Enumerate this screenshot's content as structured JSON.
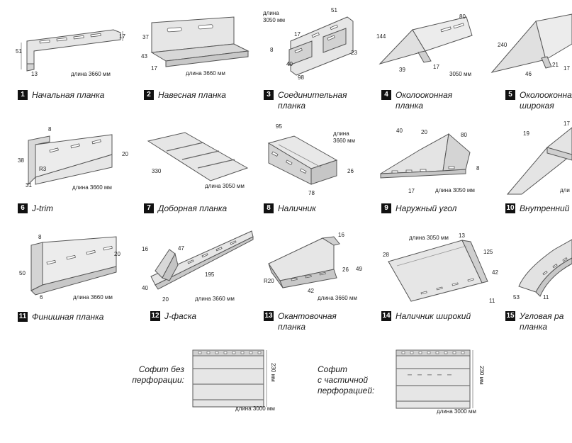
{
  "profiles": [
    {
      "num": "1",
      "name": "Начальная планка",
      "dims": [
        "51",
        "17",
        "13"
      ],
      "length": "длина 3660 мм"
    },
    {
      "num": "2",
      "name": "Навесная планка",
      "dims": [
        "37",
        "43",
        "17"
      ],
      "length": "длина 3660 мм"
    },
    {
      "num": "3",
      "name": "Соединительная\nпланка",
      "dims": [
        "51",
        "17",
        "8",
        "23",
        "40",
        "98"
      ],
      "length_top": "длина\n3050 мм"
    },
    {
      "num": "4",
      "name": "Околооконная\nпланка",
      "dims": [
        "144",
        "80",
        "39",
        "17"
      ],
      "length": "3050 мм"
    },
    {
      "num": "5",
      "name": "Околооконная\nширокая",
      "dims": [
        "240",
        "46",
        "21",
        "17"
      ]
    },
    {
      "num": "6",
      "name": "J-trim",
      "dims": [
        "8",
        "38",
        "R3",
        "31",
        "20"
      ],
      "length": "длина 3660 мм"
    },
    {
      "num": "7",
      "name": "Доборная планка",
      "dims": [
        "330"
      ],
      "length": "длина 3050 мм"
    },
    {
      "num": "8",
      "name": "Наличник",
      "dims": [
        "95",
        "26",
        "78"
      ],
      "length_top": "длина\n3660 мм"
    },
    {
      "num": "9",
      "name": "Наружный угол",
      "dims": [
        "40",
        "20",
        "80",
        "8",
        "17"
      ],
      "length": "длина 3050 мм"
    },
    {
      "num": "10",
      "name": "Внутренний",
      "dims": [
        "19",
        "17"
      ],
      "length": "дли"
    },
    {
      "num": "11",
      "name": "Финишная планка",
      "dims": [
        "8",
        "50",
        "6",
        "20"
      ],
      "length": "длина 3660 мм"
    },
    {
      "num": "12",
      "name": "J-фаска",
      "dims": [
        "16",
        "47",
        "40",
        "20",
        "195"
      ],
      "length": "длина 3660 мм"
    },
    {
      "num": "13",
      "name": "Окантовочная\nпланка",
      "dims": [
        "16",
        "26",
        "49",
        "R20",
        "42"
      ],
      "length": "длина 3660 мм"
    },
    {
      "num": "14",
      "name": "Наличник широкий",
      "dims": [
        "28",
        "13",
        "125",
        "42",
        "11"
      ],
      "length_top": "длина 3050 мм"
    },
    {
      "num": "15",
      "name": "Угловая ра\nпланка",
      "dims": [
        "53",
        "11"
      ]
    }
  ],
  "soffits": [
    {
      "label": "Софит без\nперфорации:",
      "width": "230 мм",
      "length": "длина 3000 мм"
    },
    {
      "label": "Софит\nс частичной\nперфорацией:",
      "width": "230 мм",
      "length": "длина 3000 мм"
    }
  ],
  "colors": {
    "panel_fill": "#e6e6e6",
    "panel_stroke": "#555555",
    "number_bg": "#111111"
  }
}
